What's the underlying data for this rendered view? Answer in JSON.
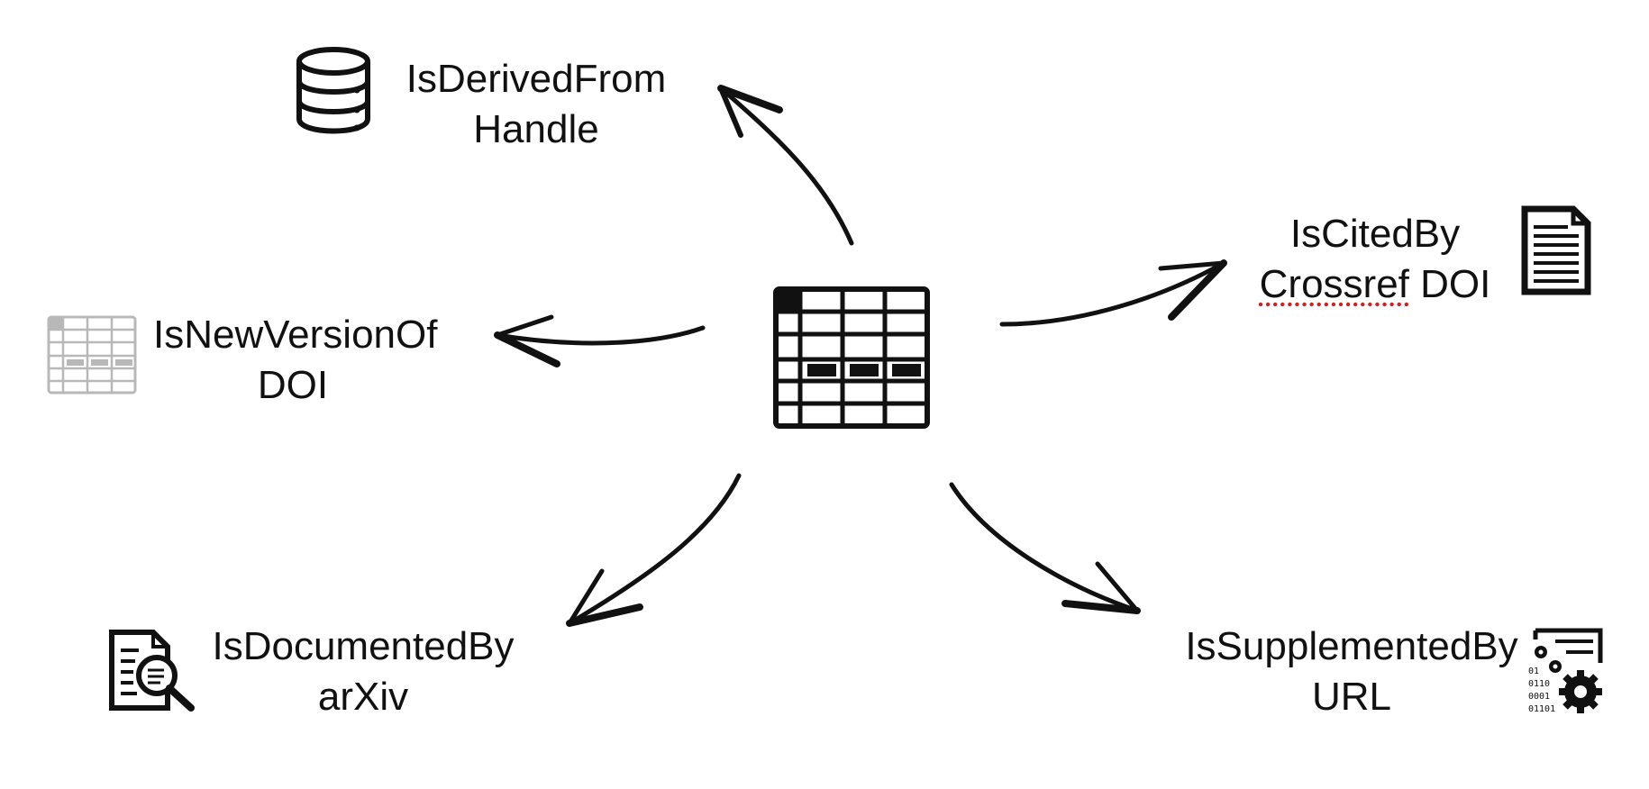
{
  "colors": {
    "ink": "#111111",
    "muted_icon": "#b8b8b8",
    "spellcheck": "#d02020",
    "background": "#ffffff"
  },
  "center": {
    "icon": "table-icon"
  },
  "relations": [
    {
      "id": "derived",
      "relation": "IsDerivedFrom",
      "target": "Handle",
      "icon": "database-icon"
    },
    {
      "id": "cited",
      "relation": "IsCitedBy",
      "target_parts": [
        "Crossref",
        " DOI"
      ],
      "icon": "document-icon"
    },
    {
      "id": "newversion",
      "relation": "IsNewVersionOf",
      "target": "DOI",
      "icon": "table-faded-icon"
    },
    {
      "id": "documented",
      "relation": "IsDocumentedBy",
      "target": "arXiv",
      "icon": "document-search-icon"
    },
    {
      "id": "supplemented",
      "relation": "IsSupplementedBy",
      "target": "URL",
      "icon": "code-settings-icon"
    }
  ],
  "binary_lines": [
    "01",
    "0110",
    "0001",
    "01101"
  ]
}
